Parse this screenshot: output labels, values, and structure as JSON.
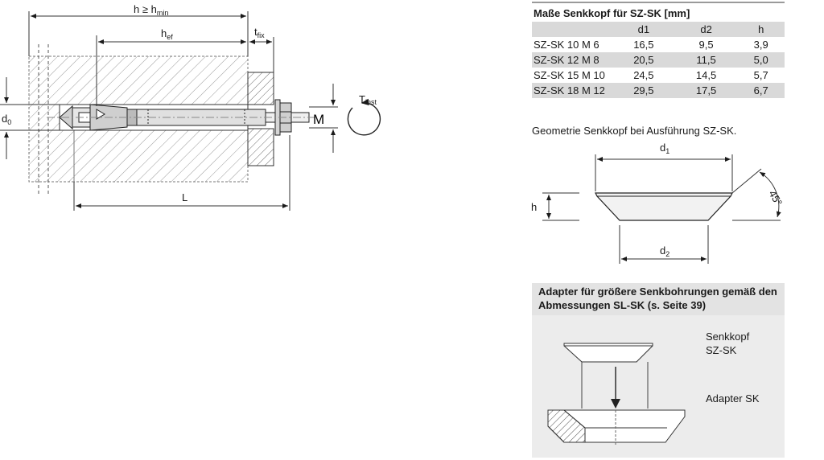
{
  "anchor_drawing": {
    "label_h": "h ≥ h",
    "label_h_sub": "min",
    "label_hef": "h",
    "label_hef_sub": "ef",
    "label_tfix": "t",
    "label_tfix_sub": "fix",
    "label_d0": "d",
    "label_d0_sub": "0",
    "label_L": "L",
    "label_M": "M",
    "label_tinst": "T",
    "label_tinst_sub": "inst"
  },
  "dims_table": {
    "title": "Maße Senkkopf für SZ-SK [mm]",
    "columns": [
      "",
      "d1",
      "d2",
      "h"
    ],
    "rows": [
      [
        "SZ-SK 10 M 6",
        "16,5",
        "9,5",
        "3,9"
      ],
      [
        "SZ-SK 12 M 8",
        "20,5",
        "11,5",
        "5,0"
      ],
      [
        "SZ-SK 15 M 10",
        "24,5",
        "14,5",
        "5,7"
      ],
      [
        "SZ-SK 18 M 12",
        "29,5",
        "17,5",
        "6,7"
      ]
    ]
  },
  "geometry": {
    "caption": "Geometrie Senkkopf bei Ausführung SZ-SK.",
    "label_d1": "d",
    "label_d1_sub": "1",
    "label_d2": "d",
    "label_d2_sub": "2",
    "label_h": "h",
    "label_angle": "45°"
  },
  "adapter": {
    "title": "Adapter für größere Senkbohrungen gemäß den Abmessungen SL-SK (s. Seite 39)",
    "label_countersunk_1": "Senkkopf",
    "label_countersunk_2": "SZ-SK",
    "label_adapter": "Adapter SK"
  }
}
